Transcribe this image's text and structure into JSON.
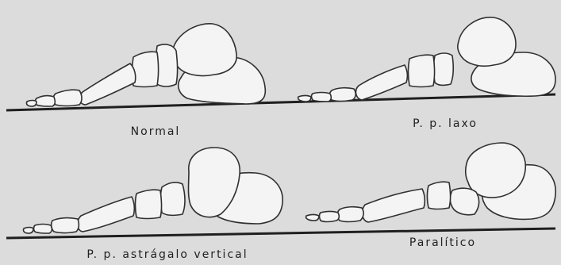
{
  "figure": {
    "panels": [
      {
        "caption": "Normal"
      },
      {
        "caption": "P. p. laxo"
      },
      {
        "caption": "P. p. astrágalo vertical"
      },
      {
        "caption": "Paralítico"
      }
    ]
  }
}
